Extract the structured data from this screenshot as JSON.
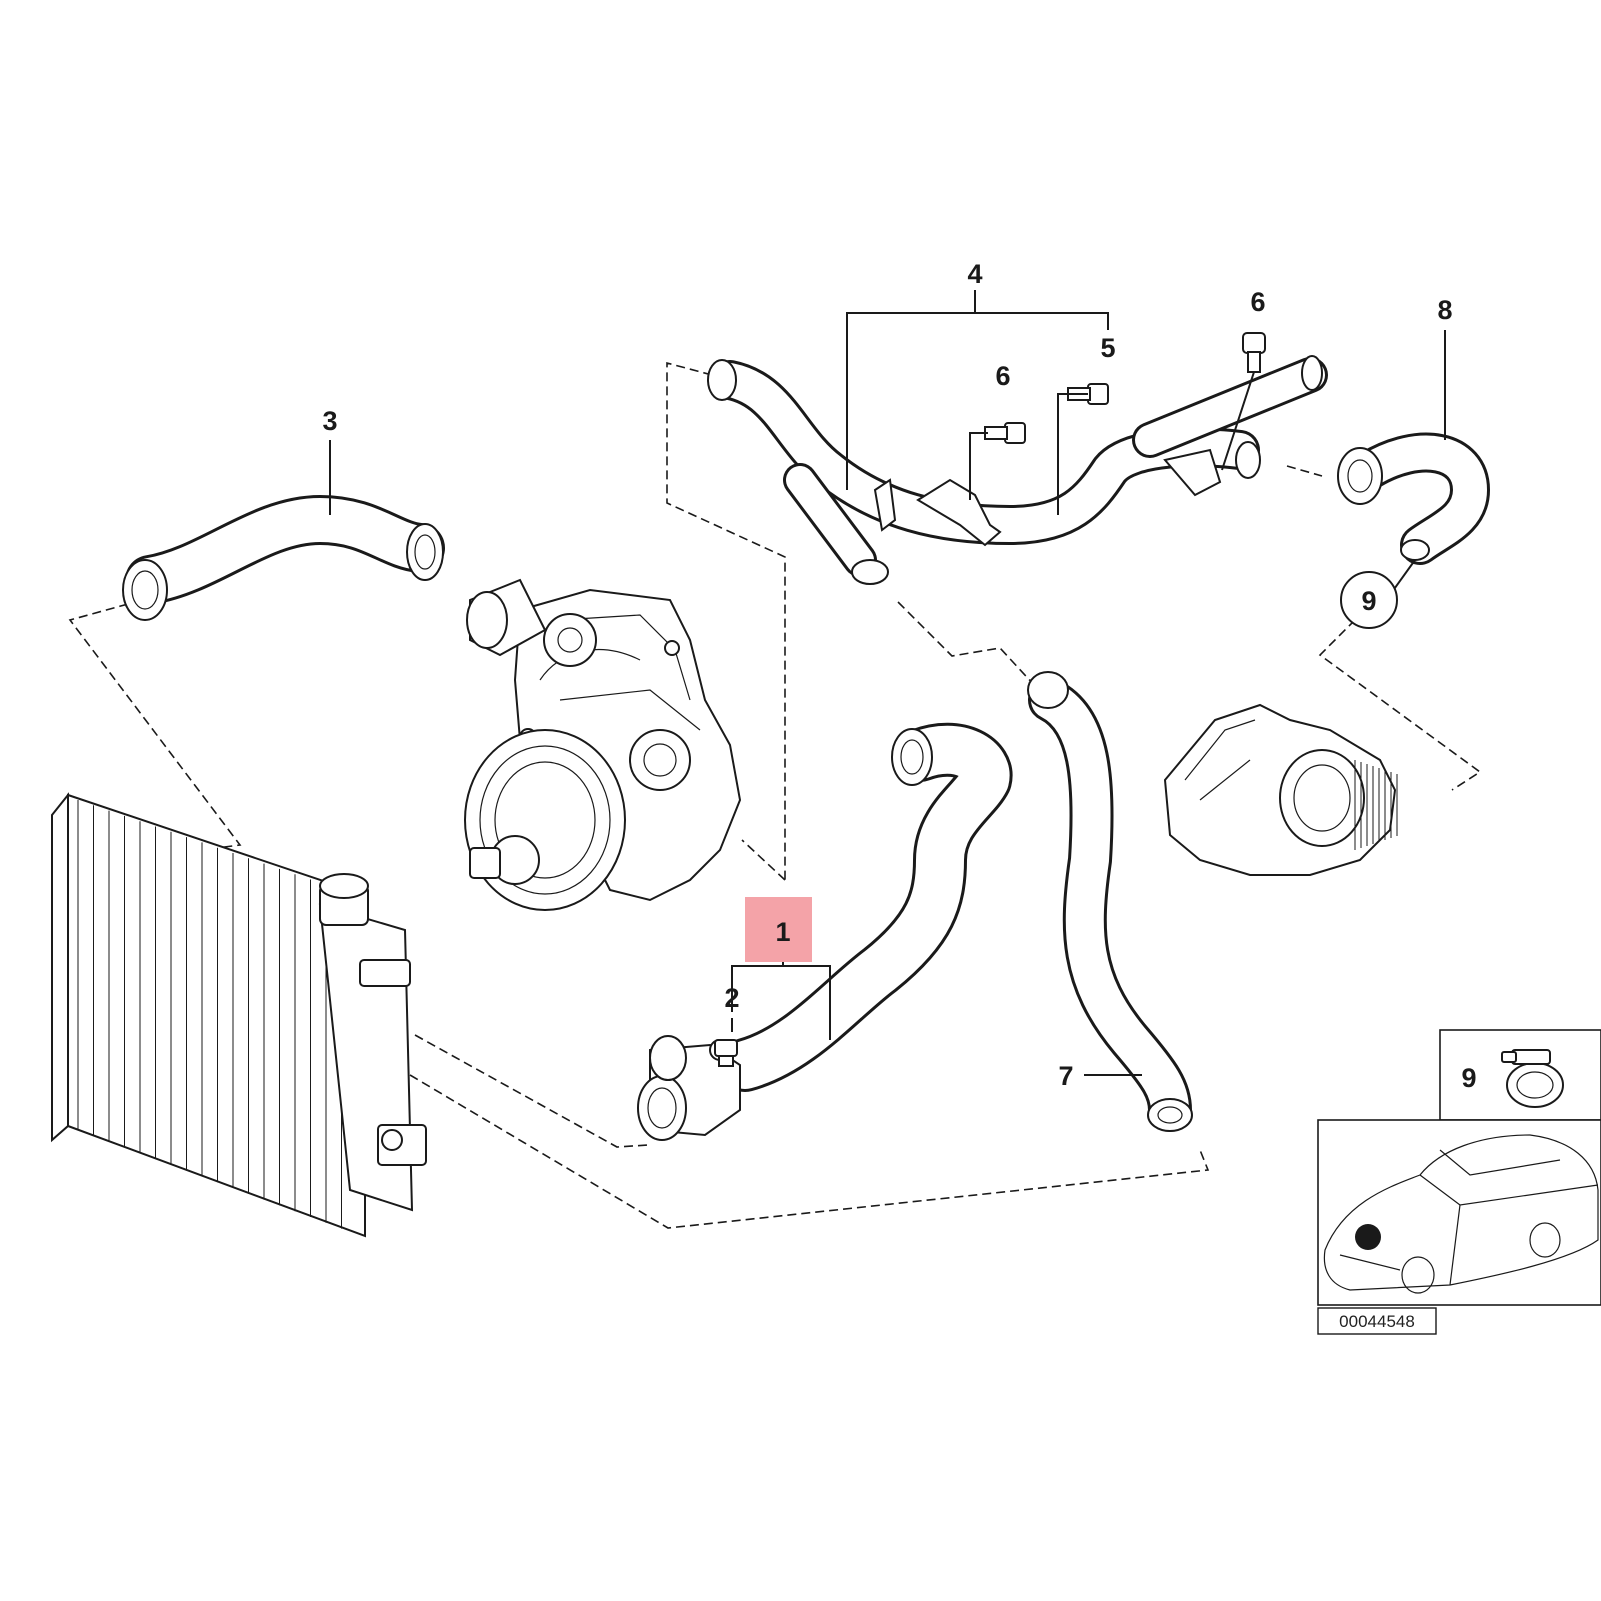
{
  "diagram": {
    "callouts": [
      {
        "id": "1",
        "label": "1",
        "highlighted": true
      },
      {
        "id": "2",
        "label": "2"
      },
      {
        "id": "3",
        "label": "3"
      },
      {
        "id": "4",
        "label": "4"
      },
      {
        "id": "5",
        "label": "5"
      },
      {
        "id": "6a",
        "label": "6"
      },
      {
        "id": "6b",
        "label": "6"
      },
      {
        "id": "7",
        "label": "7"
      },
      {
        "id": "8",
        "label": "8"
      },
      {
        "id": "9",
        "label": "9"
      },
      {
        "id": "9b",
        "label": "9"
      }
    ],
    "reference_code": "00044548",
    "colors": {
      "highlight": "#f4a3a8",
      "line": "#1a1a1a",
      "background": "#ffffff"
    },
    "icons": [
      "radiator",
      "water-pump",
      "thermostat-housing",
      "hose-clamp",
      "car-location"
    ]
  }
}
